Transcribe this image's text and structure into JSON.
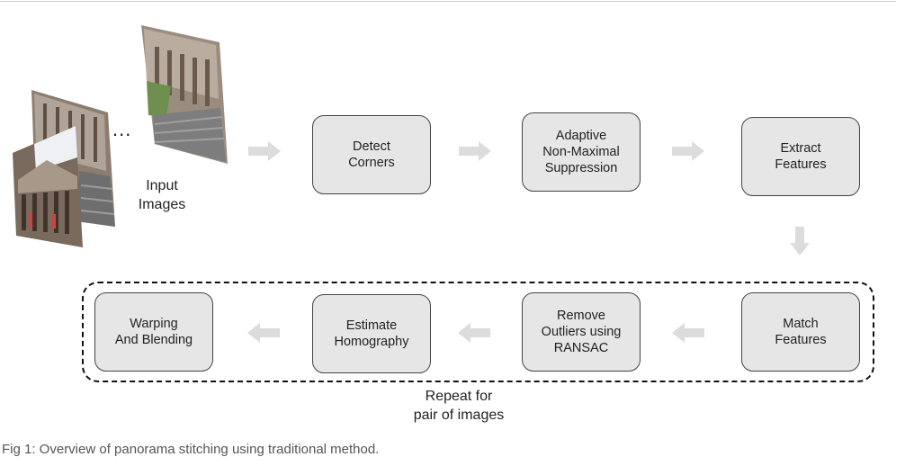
{
  "input_label": [
    "Input",
    "Images"
  ],
  "ellipsis": "...",
  "steps_top": {
    "detect": [
      "Detect",
      "Corners"
    ],
    "anms": [
      "Adaptive",
      "Non-Maximal",
      "Suppression"
    ],
    "extract": [
      "Extract",
      "Features"
    ]
  },
  "steps_bottom": {
    "match": [
      "Match",
      "Features"
    ],
    "ransac": [
      "Remove",
      "Outliers using",
      "RANSAC"
    ],
    "homography": [
      "Estimate",
      "Homography"
    ],
    "warp": [
      "Warping",
      "And Blending"
    ]
  },
  "repeat_label": [
    "Repeat for",
    "pair of images"
  ],
  "caption": "Fig 1: Overview of panorama stitching using traditional method.",
  "colors": {
    "box_fill": "#e6e6e6",
    "box_border": "#444444",
    "arrow": "#dcdcdc",
    "dashed_border": "#111111"
  }
}
